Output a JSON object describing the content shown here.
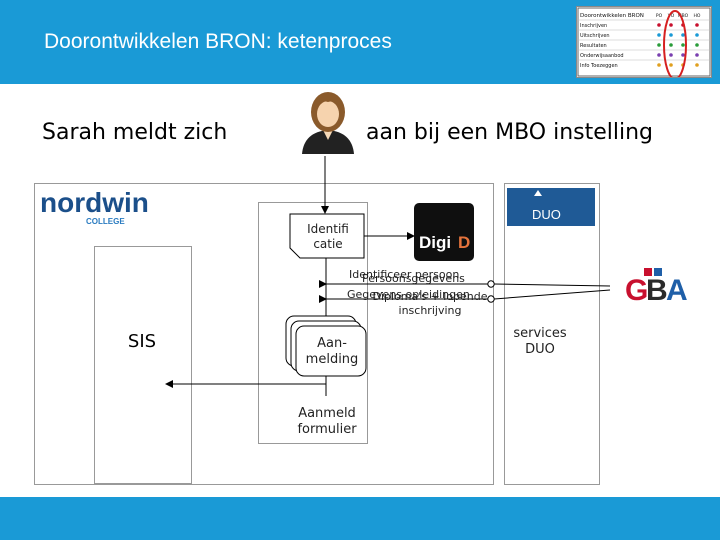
{
  "title": "Doorontwikkelen BRON: ketenproces",
  "sentence": {
    "left": "Sarah meldt zich",
    "right": "aan bij een MBO instelling"
  },
  "thumbnail": {
    "header": "Doorontwikkelen BRON",
    "columns": [
      "PO",
      "VO",
      "MBO",
      "HO"
    ],
    "rows": [
      "Inschrijven",
      "Uitschrijven",
      "Resultaten",
      "Onderwijsaanbod",
      "Info Toezeggen"
    ]
  },
  "org": {
    "name": "nordwin",
    "sub": "COLLEGE"
  },
  "sis_label": "SIS",
  "identificatie": "Identifi catie",
  "digid": {
    "prefix": "Digi",
    "suffix": "D"
  },
  "duo_logo": "DUO",
  "gba": {
    "g": "G",
    "b": "B",
    "a": "A"
  },
  "services_label": "services DUO",
  "flows": {
    "f1a": "Identificeer persoon",
    "f1b": "Persoonsgegevens",
    "f2a": "Gegevens opleidingen",
    "f2b": "Diploma's + lopende inschrijving"
  },
  "aanmelding": "Aan- melding",
  "aanmeld_formulier": "Aanmeld formulier",
  "colors": {
    "header": "#1a9ad6",
    "digid": "#0f0f0f",
    "duo": "#1f5a96",
    "gba_g": "#c8102e",
    "gba_b": "#2a2a2a",
    "gba_a": "#1f5fa8"
  }
}
